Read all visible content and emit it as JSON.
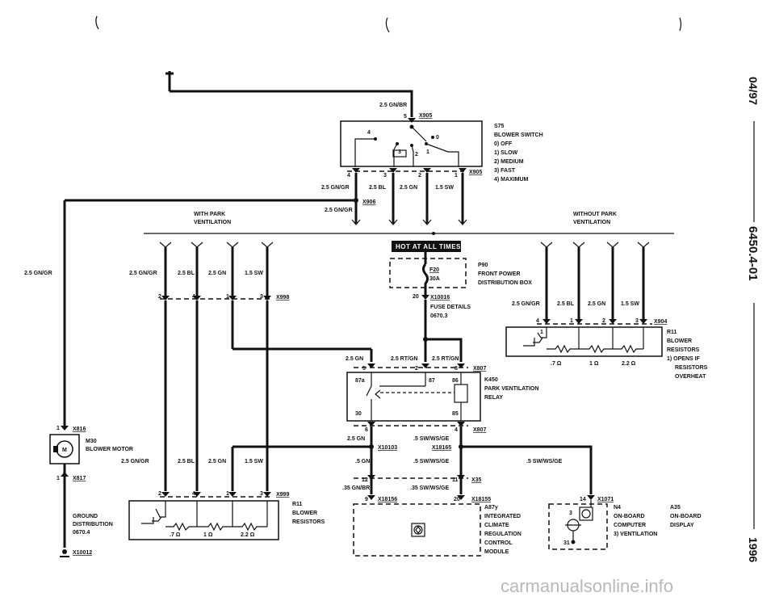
{
  "page": {
    "side_date": "04/97",
    "side_code": "6450.4-01",
    "side_year": "1996",
    "watermark": "carmanualsonline.info"
  },
  "hot_at_all_times": "HOT AT ALL TIMES",
  "sections": {
    "with_park": [
      "WITH PARK",
      "VENTILATION"
    ],
    "without_park": [
      "WITHOUT PARK",
      "VENTILATION"
    ]
  },
  "components": {
    "s75": [
      "S75",
      "BLOWER SWITCH",
      "0)  OFF",
      "1)  SLOW",
      "2)  MEDIUM",
      "3)  FAST",
      "4)  MAXIMUM"
    ],
    "p90": [
      "P90",
      "FRONT POWER",
      "DISTRIBUTION BOX"
    ],
    "fuse": [
      "F20",
      "30A"
    ],
    "fuse_details": [
      "FUSE DETAILS",
      "0670.3"
    ],
    "r11_right": [
      "R11",
      "BLOWER",
      "RESISTORS",
      "1)  OPENS IF",
      "RESISTORS",
      "OVERHEAT"
    ],
    "r11_left": [
      "R11",
      "BLOWER",
      "RESISTORS"
    ],
    "k450": [
      "K450",
      "PARK VENTILATION",
      "RELAY"
    ],
    "m30": [
      "M30",
      "BLOWER MOTOR"
    ],
    "ground": [
      "GROUND",
      "DISTRIBUTION",
      "0670.4"
    ],
    "a87y": [
      "A87y",
      "INTEGRATED",
      "CLIMATE",
      "REGULATION",
      "CONTROL",
      "MODULE"
    ],
    "n4": [
      "N4",
      "ON-BOARD",
      "COMPUTER",
      "3)  VENTILATION"
    ],
    "a35": [
      "A35",
      "ON-BOARD",
      "DISPLAY"
    ]
  },
  "connectors": {
    "x905": "X905",
    "x905b": "X905",
    "x906": "X906",
    "x998": "X998",
    "x904": "X904",
    "x10016": "X10016",
    "x807": "X807",
    "x807b": "X807",
    "x816": "X816",
    "x817": "X817",
    "x10012": "X10012",
    "x10103": "X10103",
    "x18165": "X18165",
    "x35": "X35",
    "x999": "X999",
    "x18156": "X18156",
    "x18155": "X18155",
    "x1071": "X1071"
  },
  "wires": {
    "gnbr": "2.5 GN/BR",
    "gngr": "2.5 GN/GR",
    "bl": "2.5 BL",
    "gn": "2.5 GN",
    "sw": "1.5 SW",
    "rtgn": "2.5 RT/GN",
    "swwsge": ".5 SW/WS/GE",
    "gn05": ".5 GN",
    "gnbr035": ".35 GN/BR",
    "swwsge035": ".35 SW/WS/GE"
  },
  "resistors": {
    "r1": ".7 Ω",
    "r2": "1 Ω",
    "r3": "2.2 Ω"
  },
  "pins": {
    "p0": "0",
    "p1": "1",
    "p2": "2",
    "p3": "3",
    "p4": "4",
    "p5": "5",
    "p6": "6",
    "p8": "8",
    "p9": "9",
    "p11": "11",
    "p12": "12",
    "p14": "14",
    "p20": "20",
    "p30": "30",
    "p31": "31",
    "p85": "85",
    "p86": "86",
    "p87": "87",
    "p87a": "87a"
  }
}
